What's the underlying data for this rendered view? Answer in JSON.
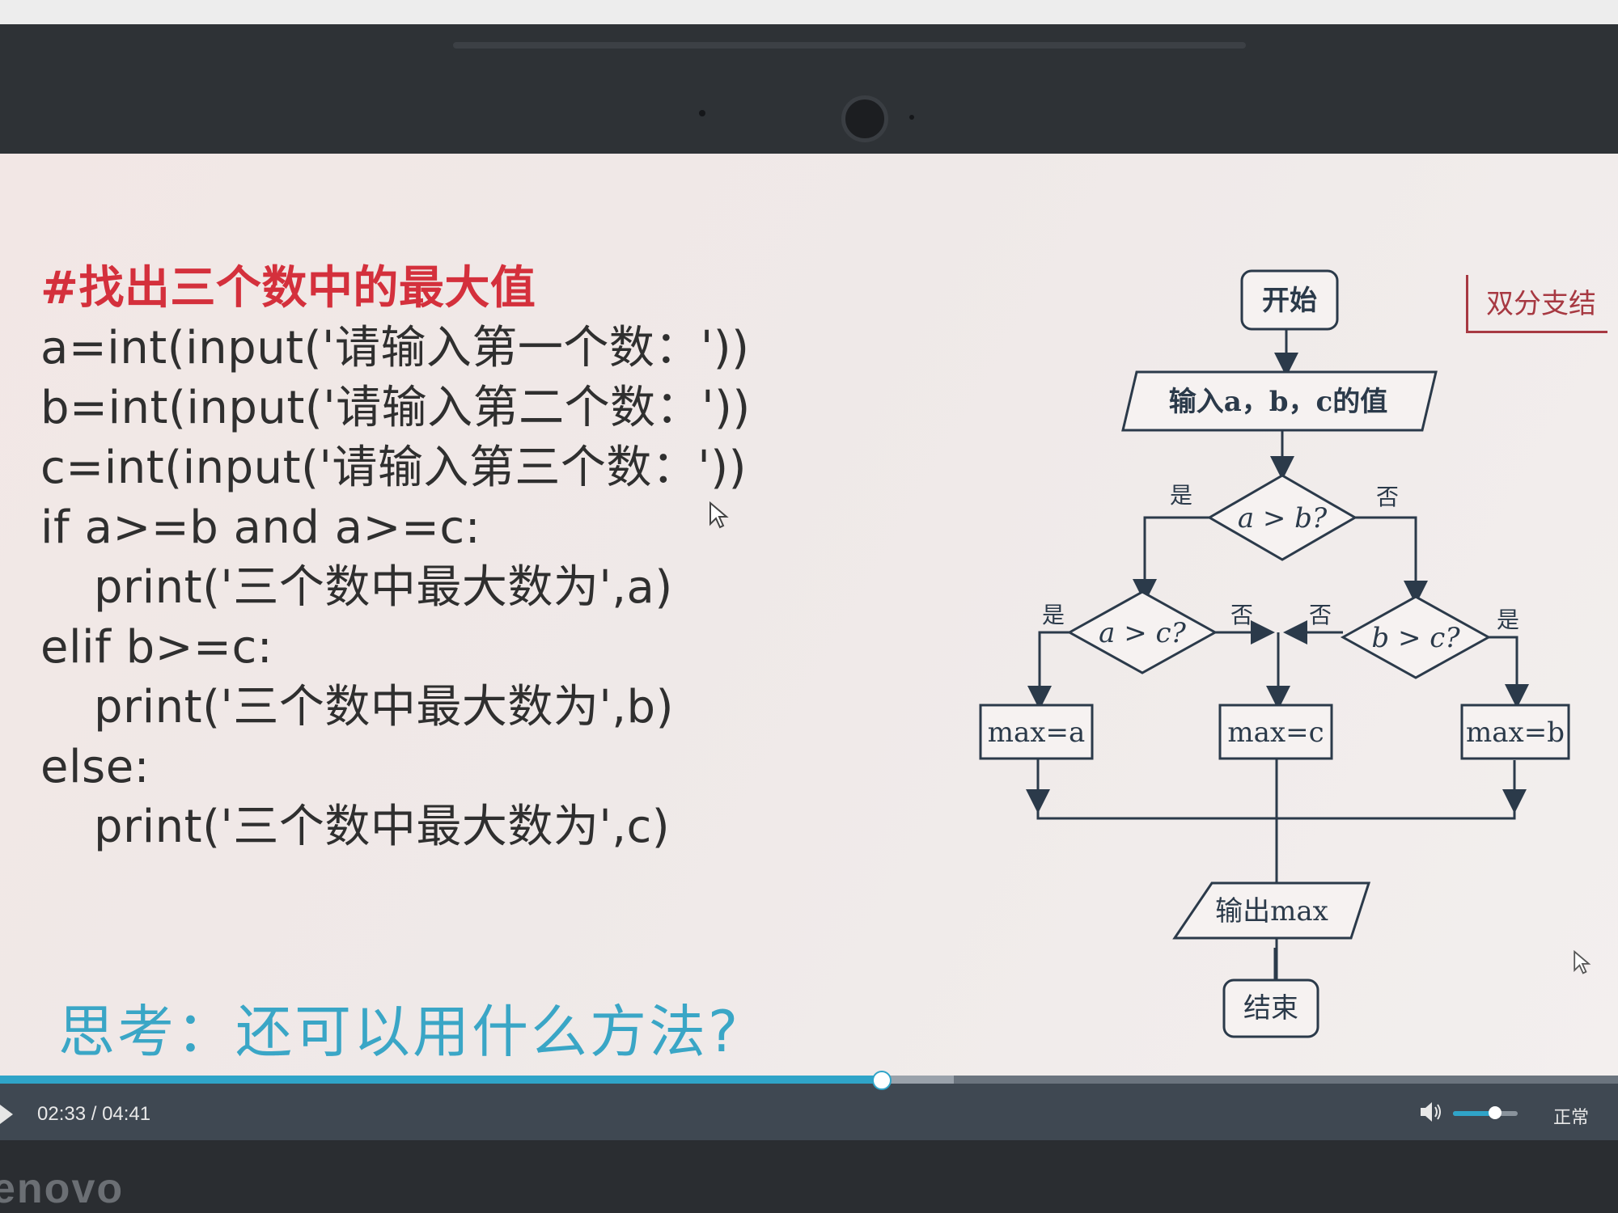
{
  "slide": {
    "code_lines": [
      "#找出三个数中的最大值",
      "a=int(input('请输入第一个数：'))",
      "b=int(input('请输入第二个数：'))",
      "c=int(input('请输入第三个数：'))",
      "if a>=b and a>=c:",
      "print('三个数中最大数为',a)",
      "elif b>=c:",
      "print('三个数中最大数为',b)",
      "else:",
      "print('三个数中最大数为',c)"
    ],
    "question": "思考：还可以用什么方法?",
    "label_box": "双分支结"
  },
  "flowchart": {
    "start": "开始",
    "input": "输入a，b，c的值",
    "cond_ab": "a > b?",
    "cond_ac": "a > c?",
    "cond_bc": "b > c?",
    "yes": "是",
    "no": "否",
    "max_a": "max=a",
    "max_c": "max=c",
    "max_b": "max=b",
    "output": "输出max",
    "end": "结束"
  },
  "player": {
    "time": "02:33 / 04:41",
    "progress": 0.5445,
    "buffered": 0.045,
    "volume": 0.65,
    "speed": "正常"
  },
  "device": {
    "brand": "enovo"
  },
  "colors": {
    "comment": "#d4303c",
    "question": "#3aa6c6",
    "accent": "#2fa4c8"
  }
}
